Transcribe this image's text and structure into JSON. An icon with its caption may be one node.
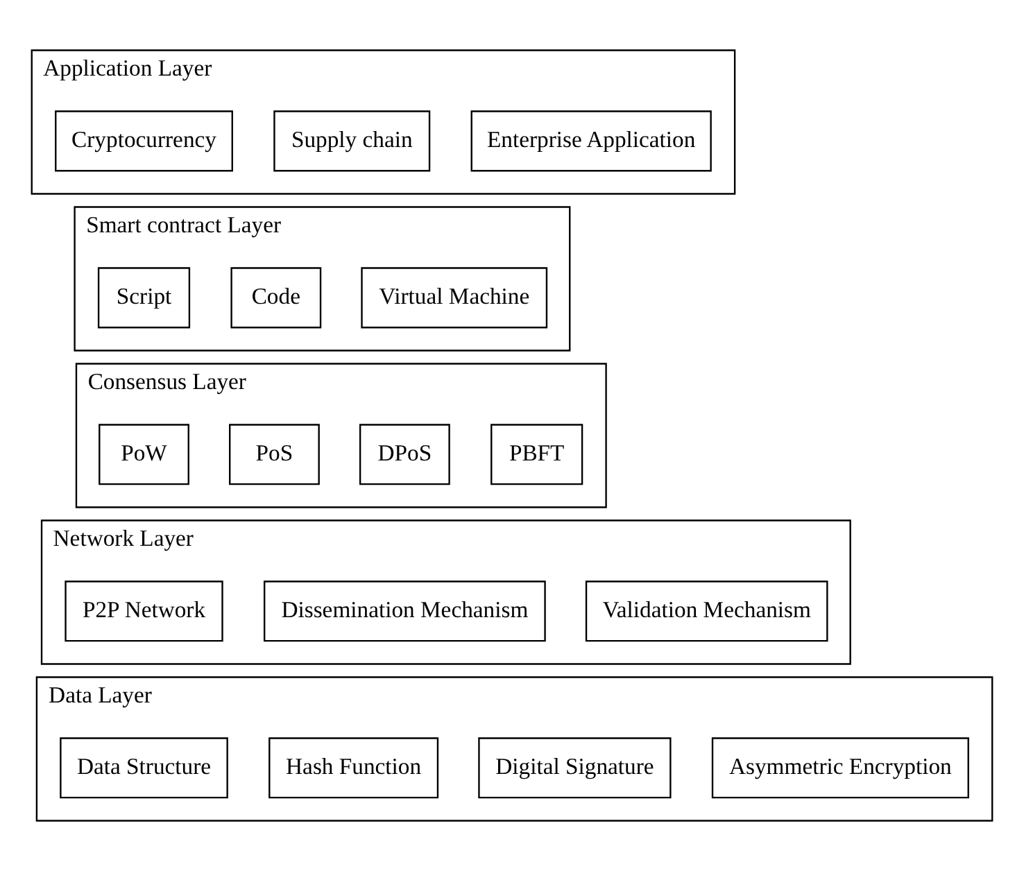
{
  "diagram": {
    "nodes": [
      {
        "text": [
          "Application Layer"
        ]
      },
      {
        "text": [
          "Cryptocurrency"
        ],
        "in": 0
      },
      {
        "text": [
          "Supply chain"
        ],
        "in": 0
      },
      {
        "text": [
          "Enterprise Application"
        ],
        "in": 0
      },
      {
        "text": [
          "Smart contract Layer"
        ]
      },
      {
        "text": [
          "Script"
        ],
        "in": 4
      },
      {
        "text": [
          "Code"
        ],
        "in": 4
      },
      {
        "text": [
          "Virtual Machine"
        ],
        "in": 4
      },
      {
        "text": [
          "Consensus Layer"
        ]
      },
      {
        "text": [
          "PoW"
        ],
        "in": 8
      },
      {
        "text": [
          "PoS"
        ],
        "in": 8
      },
      {
        "text": [
          "DPoS"
        ],
        "in": 8
      },
      {
        "text": [
          "PBFT"
        ],
        "in": 8
      },
      {
        "text": [
          "Network Layer"
        ]
      },
      {
        "text": [
          "P2P Network"
        ],
        "in": 13
      },
      {
        "text": [
          "Dissemination Mechanism"
        ],
        "in": 13
      },
      {
        "text": [
          "Validation Mechanism"
        ],
        "in": 13
      },
      {
        "text": [
          "Data Layer"
        ]
      },
      {
        "text": [
          "Data Structure"
        ],
        "in": 17
      },
      {
        "text": [
          "Hash Function"
        ],
        "in": 17
      },
      {
        "text": [
          "Digital Signature"
        ],
        "in": 17
      },
      {
        "text": [
          "Asymmetric Encryption"
        ],
        "in": 17
      }
    ]
  }
}
